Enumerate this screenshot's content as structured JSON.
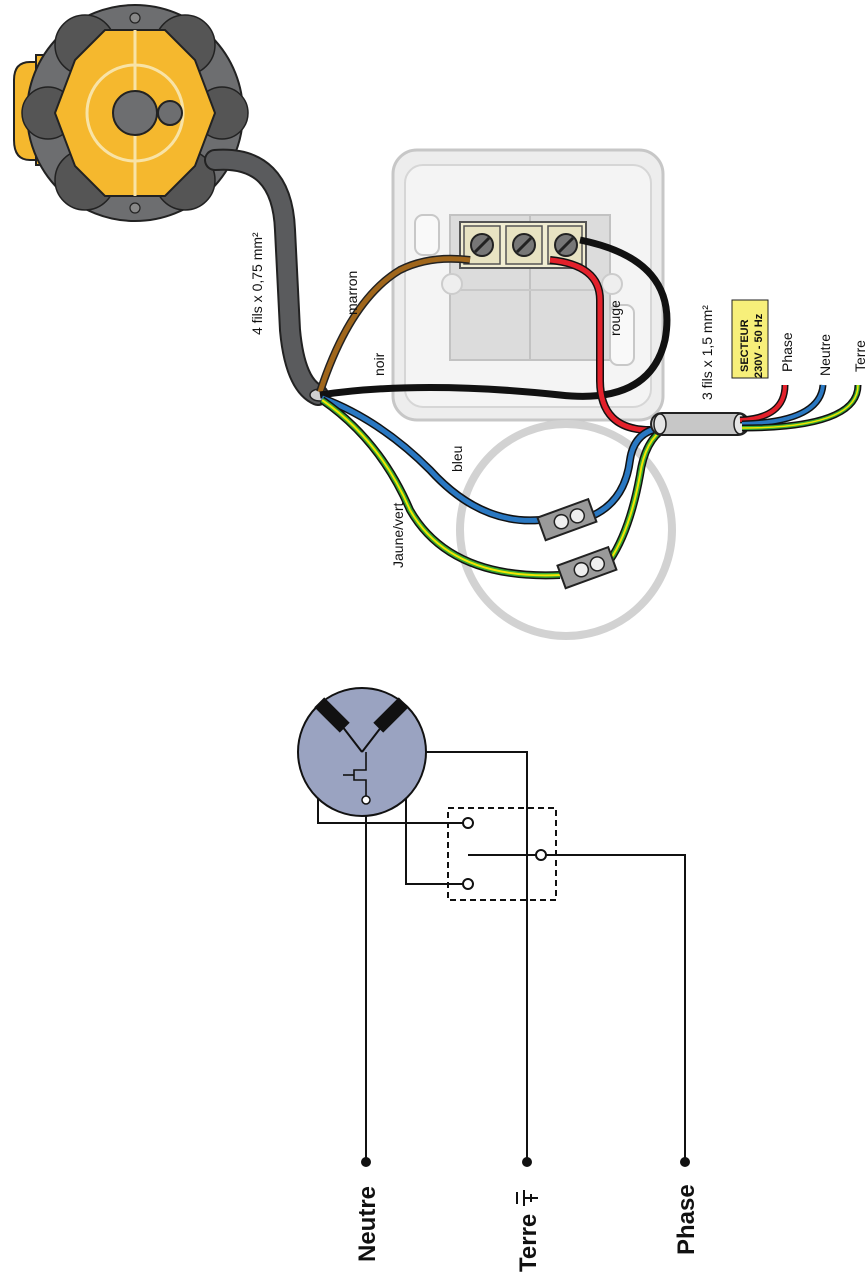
{
  "wiring": {
    "cable_motor": "4 fils x 0,75 mm²",
    "cable_mains": "3 fils x 1,5 mm²",
    "wire_marron": "marron",
    "wire_noir": "noir",
    "wire_bleu": "bleu",
    "wire_rouge": "rouge",
    "wire_jaune_vert": "Jaune/vert",
    "mains_box_line1": "SECTEUR",
    "mains_box_line2": "230V - 50 Hz",
    "mains_phase": "Phase",
    "mains_neutre": "Neutre",
    "mains_terre": "Terre"
  },
  "schematic": {
    "label_neutre": "Neutre",
    "label_terre": "Terre",
    "label_phase": "Phase"
  },
  "colors": {
    "brown": "#a0661b",
    "black": "#111111",
    "blue": "#2a78c2",
    "red": "#e3212b",
    "green": "#39a935",
    "yellow": "#f3e600",
    "motor_yellow": "#f5b82e",
    "motor_gray": "#6d6e70",
    "schematic_motor": "#9aa3c1"
  }
}
